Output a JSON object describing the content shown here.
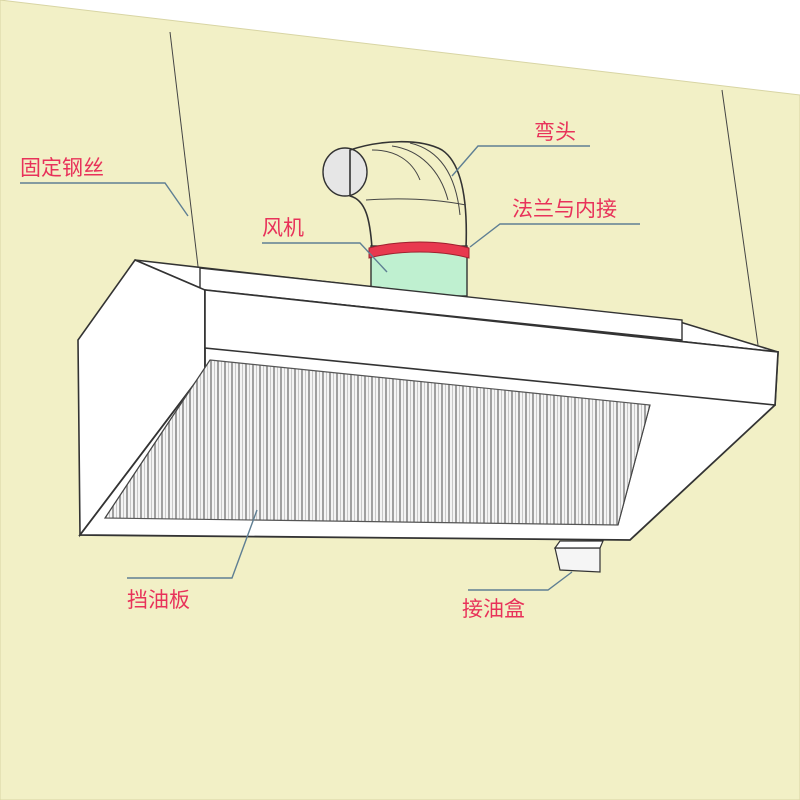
{
  "labels": {
    "wire": "固定钢丝",
    "elbow": "弯头",
    "flange": "法兰与内接",
    "fan": "风机",
    "baffle": "挡油板",
    "oil_box": "接油盒"
  },
  "colors": {
    "wall": "#f2f0c6",
    "label_text": "#e8325a",
    "pointer": "#5f7f93",
    "fan_body": "#bff0d0",
    "flange_ring": "#e8394f",
    "hood": "#ffffff"
  }
}
